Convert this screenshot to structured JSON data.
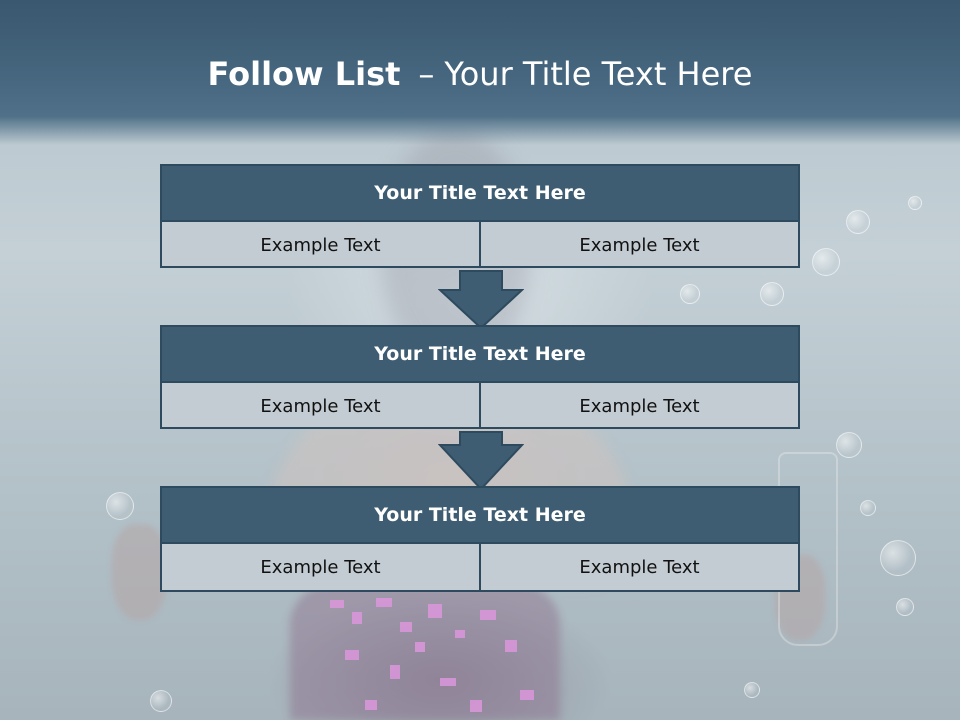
{
  "slide": {
    "title_bold": "Follow List",
    "title_separator": "–",
    "title_rest": "Your Title Text Here"
  },
  "steps": [
    {
      "title": "Your Title Text Here",
      "left_text": "Example Text",
      "right_text": "Example Text"
    },
    {
      "title": "Your Title Text Here",
      "left_text": "Example Text",
      "right_text": "Example Text"
    },
    {
      "title": "Your Title Text Here",
      "left_text": "Example Text",
      "right_text": "Example Text"
    }
  ],
  "colors": {
    "header_band": "#3a5870",
    "box_title": "#3e5d72",
    "box_body": "#c3ccd2",
    "border": "#2e4a5e",
    "arrow": "#3e5d72"
  },
  "icons": [
    "down-arrow-icon",
    "down-arrow-icon"
  ]
}
